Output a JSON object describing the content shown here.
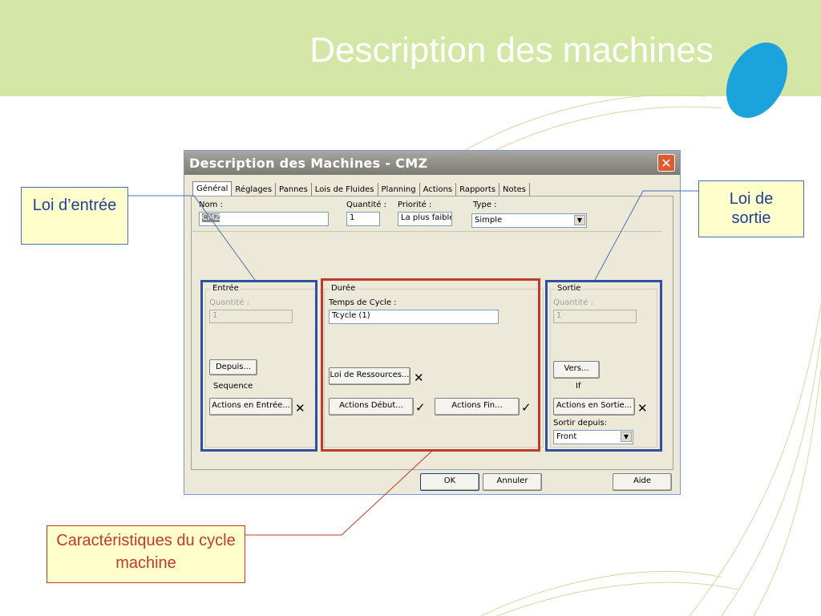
{
  "slide": {
    "title": "Description des machines",
    "colors": {
      "header_band": "#d5e7a7",
      "oval": "#1ba3dc",
      "callout_blue_border": "#4a6fb5",
      "callout_red_border": "#c0392b",
      "highlight_blue": "#2f4f9f",
      "highlight_red": "#c0392b"
    }
  },
  "callouts": {
    "entree": "Loi d’entrée",
    "sortie": "Loi de sortie",
    "cycle": "Caractéristiques du cycle machine"
  },
  "window": {
    "title": "Description des Machines - CMZ",
    "close_icon": "close-icon",
    "tabs": [
      "Général",
      "Réglages",
      "Pannes",
      "Lois de Fluides",
      "Planning",
      "Actions",
      "Rapports",
      "Notes"
    ],
    "nom_label": "Nom :",
    "nom_value": "CMZ",
    "quantite_label": "Quantité :",
    "quantite_value": "1",
    "priorite_label": "Priorité :",
    "priorite_value": "La plus faible",
    "type_label": "Type :",
    "type_value": "Simple",
    "entree": {
      "title": "Entrée",
      "quantite_label": "Quantité :",
      "quantite_value": "1",
      "depuis_button": "Depuis...",
      "sequence_text": "Sequence",
      "actions_button": "Actions en Entrée..."
    },
    "duree": {
      "title": "Durée",
      "temps_label": "Temps de Cycle :",
      "temps_value": "Tcycle (1)",
      "ressources_button": "Loi de Ressources...",
      "debut_button": "Actions Début...",
      "fin_button": "Actions Fin..."
    },
    "sortie": {
      "title": "Sortie",
      "quantite_label": "Quantité :",
      "quantite_value": "1",
      "vers_button": "Vers...",
      "if_text": "If",
      "actions_button": "Actions en Sortie...",
      "sortir_label": "Sortir depuis:",
      "sortir_value": "Front"
    },
    "ok_button": "OK",
    "annuler_button": "Annuler",
    "aide_button": "Aide"
  }
}
